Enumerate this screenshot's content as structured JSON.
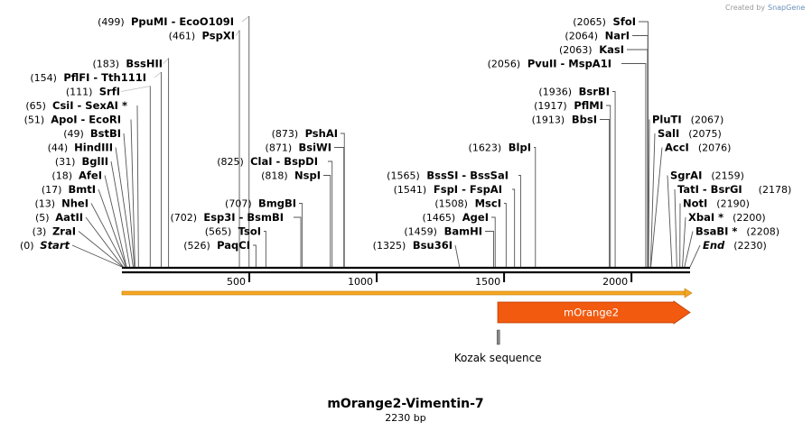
{
  "map": {
    "title": "mOrange2-Vimentin-7",
    "subtitle": "2230 bp",
    "total_bp": 2230,
    "credit": {
      "prefix": "Created by",
      "brand": "SnapGene"
    }
  },
  "ruler": {
    "ticks": [
      {
        "bp": 500,
        "label": "500"
      },
      {
        "bp": 1000,
        "label": "1000"
      },
      {
        "bp": 1500,
        "label": "1500"
      },
      {
        "bp": 2000,
        "label": "2000"
      }
    ]
  },
  "features": [
    {
      "name": "full-length",
      "label": "",
      "start": 0,
      "end": 2230,
      "color": "#f5a623",
      "kind": "thin"
    },
    {
      "name": "mOrange2",
      "label": "mOrange2",
      "start": 1475,
      "end": 2230,
      "color": "#f15a0f",
      "kind": "block"
    },
    {
      "name": "kozak",
      "label": "Kozak sequence",
      "start": 1465,
      "end": 1475,
      "color": "#888888",
      "kind": "marker"
    }
  ],
  "sites": {
    "left": [
      {
        "row": 0,
        "bp": 0,
        "pos": "(0)",
        "names": [
          "Start"
        ],
        "italic": true
      },
      {
        "row": 1,
        "bp": 3,
        "pos": "(3)",
        "names": [
          "ZraI"
        ]
      },
      {
        "row": 2,
        "bp": 5,
        "pos": "(5)",
        "names": [
          "AatII"
        ]
      },
      {
        "row": 3,
        "bp": 13,
        "pos": "(13)",
        "names": [
          "NheI"
        ]
      },
      {
        "row": 4,
        "bp": 17,
        "pos": "(17)",
        "names": [
          "BmtI"
        ]
      },
      {
        "row": 5,
        "bp": 18,
        "pos": "(18)",
        "names": [
          "AfeI"
        ]
      },
      {
        "row": 6,
        "bp": 31,
        "pos": "(31)",
        "names": [
          "BglII"
        ]
      },
      {
        "row": 7,
        "bp": 44,
        "pos": "(44)",
        "names": [
          "HindIII"
        ]
      },
      {
        "row": 8,
        "bp": 49,
        "pos": "(49)",
        "names": [
          "BstBI"
        ]
      },
      {
        "row": 9,
        "bp": 51,
        "pos": "(51)",
        "names": [
          "ApoI",
          "EcoRI"
        ]
      },
      {
        "row": 10,
        "bp": 65,
        "pos": "(65)",
        "names": [
          "CsiI",
          "SexAI *"
        ]
      },
      {
        "row": 11,
        "bp": 111,
        "pos": "(111)",
        "names": [
          "SrfI"
        ]
      },
      {
        "row": 12,
        "bp": 154,
        "pos": "(154)",
        "names": [
          "PflFI",
          "Tth111I"
        ]
      },
      {
        "row": 13,
        "bp": 183,
        "pos": "(183)",
        "names": [
          "BssHII"
        ]
      },
      {
        "row": 15,
        "bp": 461,
        "pos": "(461)",
        "names": [
          "PspXI"
        ]
      },
      {
        "row": 16,
        "bp": 499,
        "pos": "(499)",
        "names": [
          "PpuMI",
          "EcoO109I"
        ]
      }
    ],
    "mid": [
      {
        "row": 0,
        "bp": 526,
        "pos": "(526)",
        "names": [
          "PaqCI"
        ]
      },
      {
        "row": 1,
        "bp": 565,
        "pos": "(565)",
        "names": [
          "TsoI"
        ]
      },
      {
        "row": 2,
        "bp": 702,
        "pos": "(702)",
        "names": [
          "Esp3I",
          "BsmBI"
        ]
      },
      {
        "row": 3,
        "bp": 707,
        "pos": "(707)",
        "names": [
          "BmgBI"
        ]
      },
      {
        "row": 5,
        "bp": 818,
        "pos": "(818)",
        "names": [
          "NspI"
        ]
      },
      {
        "row": 6,
        "bp": 825,
        "pos": "(825)",
        "names": [
          "ClaI",
          "BspDI"
        ]
      },
      {
        "row": 7,
        "bp": 871,
        "pos": "(871)",
        "names": [
          "BsiWI"
        ]
      },
      {
        "row": 8,
        "bp": 873,
        "pos": "(873)",
        "names": [
          "PshAI"
        ]
      }
    ],
    "center": [
      {
        "row": 0,
        "bp": 1325,
        "pos": "(1325)",
        "names": [
          "Bsu36I"
        ]
      },
      {
        "row": 1,
        "bp": 1459,
        "pos": "(1459)",
        "names": [
          "BamHI"
        ]
      },
      {
        "row": 2,
        "bp": 1465,
        "pos": "(1465)",
        "names": [
          "AgeI"
        ]
      },
      {
        "row": 3,
        "bp": 1508,
        "pos": "(1508)",
        "names": [
          "MscI"
        ]
      },
      {
        "row": 4,
        "bp": 1541,
        "pos": "(1541)",
        "names": [
          "FspI",
          "FspAI"
        ]
      },
      {
        "row": 5,
        "bp": 1565,
        "pos": "(1565)",
        "names": [
          "BssSI",
          "BssSaI"
        ]
      },
      {
        "row": 7,
        "bp": 1623,
        "pos": "(1623)",
        "names": [
          "BlpI"
        ]
      },
      {
        "row": 9,
        "bp": 1913,
        "pos": "(1913)",
        "names": [
          "BbsI"
        ]
      },
      {
        "row": 10,
        "bp": 1917,
        "pos": "(1917)",
        "names": [
          "PflMI"
        ]
      },
      {
        "row": 11,
        "bp": 1936,
        "pos": "(1936)",
        "names": [
          "BsrBI"
        ]
      },
      {
        "row": 13,
        "bp": 2056,
        "pos": "(2056)",
        "names": [
          "PvuII",
          "MspA1I"
        ]
      },
      {
        "row": 14,
        "bp": 2063,
        "pos": "(2063)",
        "names": [
          "KasI"
        ]
      },
      {
        "row": 15,
        "bp": 2064,
        "pos": "(2064)",
        "names": [
          "NarI"
        ]
      },
      {
        "row": 16,
        "bp": 2065,
        "pos": "(2065)",
        "names": [
          "SfoI"
        ]
      }
    ],
    "right": [
      {
        "row": 0,
        "bp": 2230,
        "pos": "(2230)",
        "names": [
          "End"
        ],
        "italic": true
      },
      {
        "row": 1,
        "bp": 2208,
        "pos": "(2208)",
        "names": [
          "BsaBI *"
        ]
      },
      {
        "row": 2,
        "bp": 2200,
        "pos": "(2200)",
        "names": [
          "XbaI *"
        ]
      },
      {
        "row": 3,
        "bp": 2190,
        "pos": "(2190)",
        "names": [
          "NotI"
        ]
      },
      {
        "row": 4,
        "bp": 2178,
        "pos": "(2178)",
        "names": [
          "TatI",
          "BsrGI"
        ]
      },
      {
        "row": 5,
        "bp": 2159,
        "pos": "(2159)",
        "names": [
          "SgrAI"
        ]
      },
      {
        "row": 7,
        "bp": 2076,
        "pos": "(2076)",
        "names": [
          "AccI"
        ]
      },
      {
        "row": 8,
        "bp": 2075,
        "pos": "(2075)",
        "names": [
          "SalI"
        ]
      },
      {
        "row": 9,
        "bp": 2067,
        "pos": "(2067)",
        "names": [
          "PluTI"
        ]
      }
    ]
  }
}
